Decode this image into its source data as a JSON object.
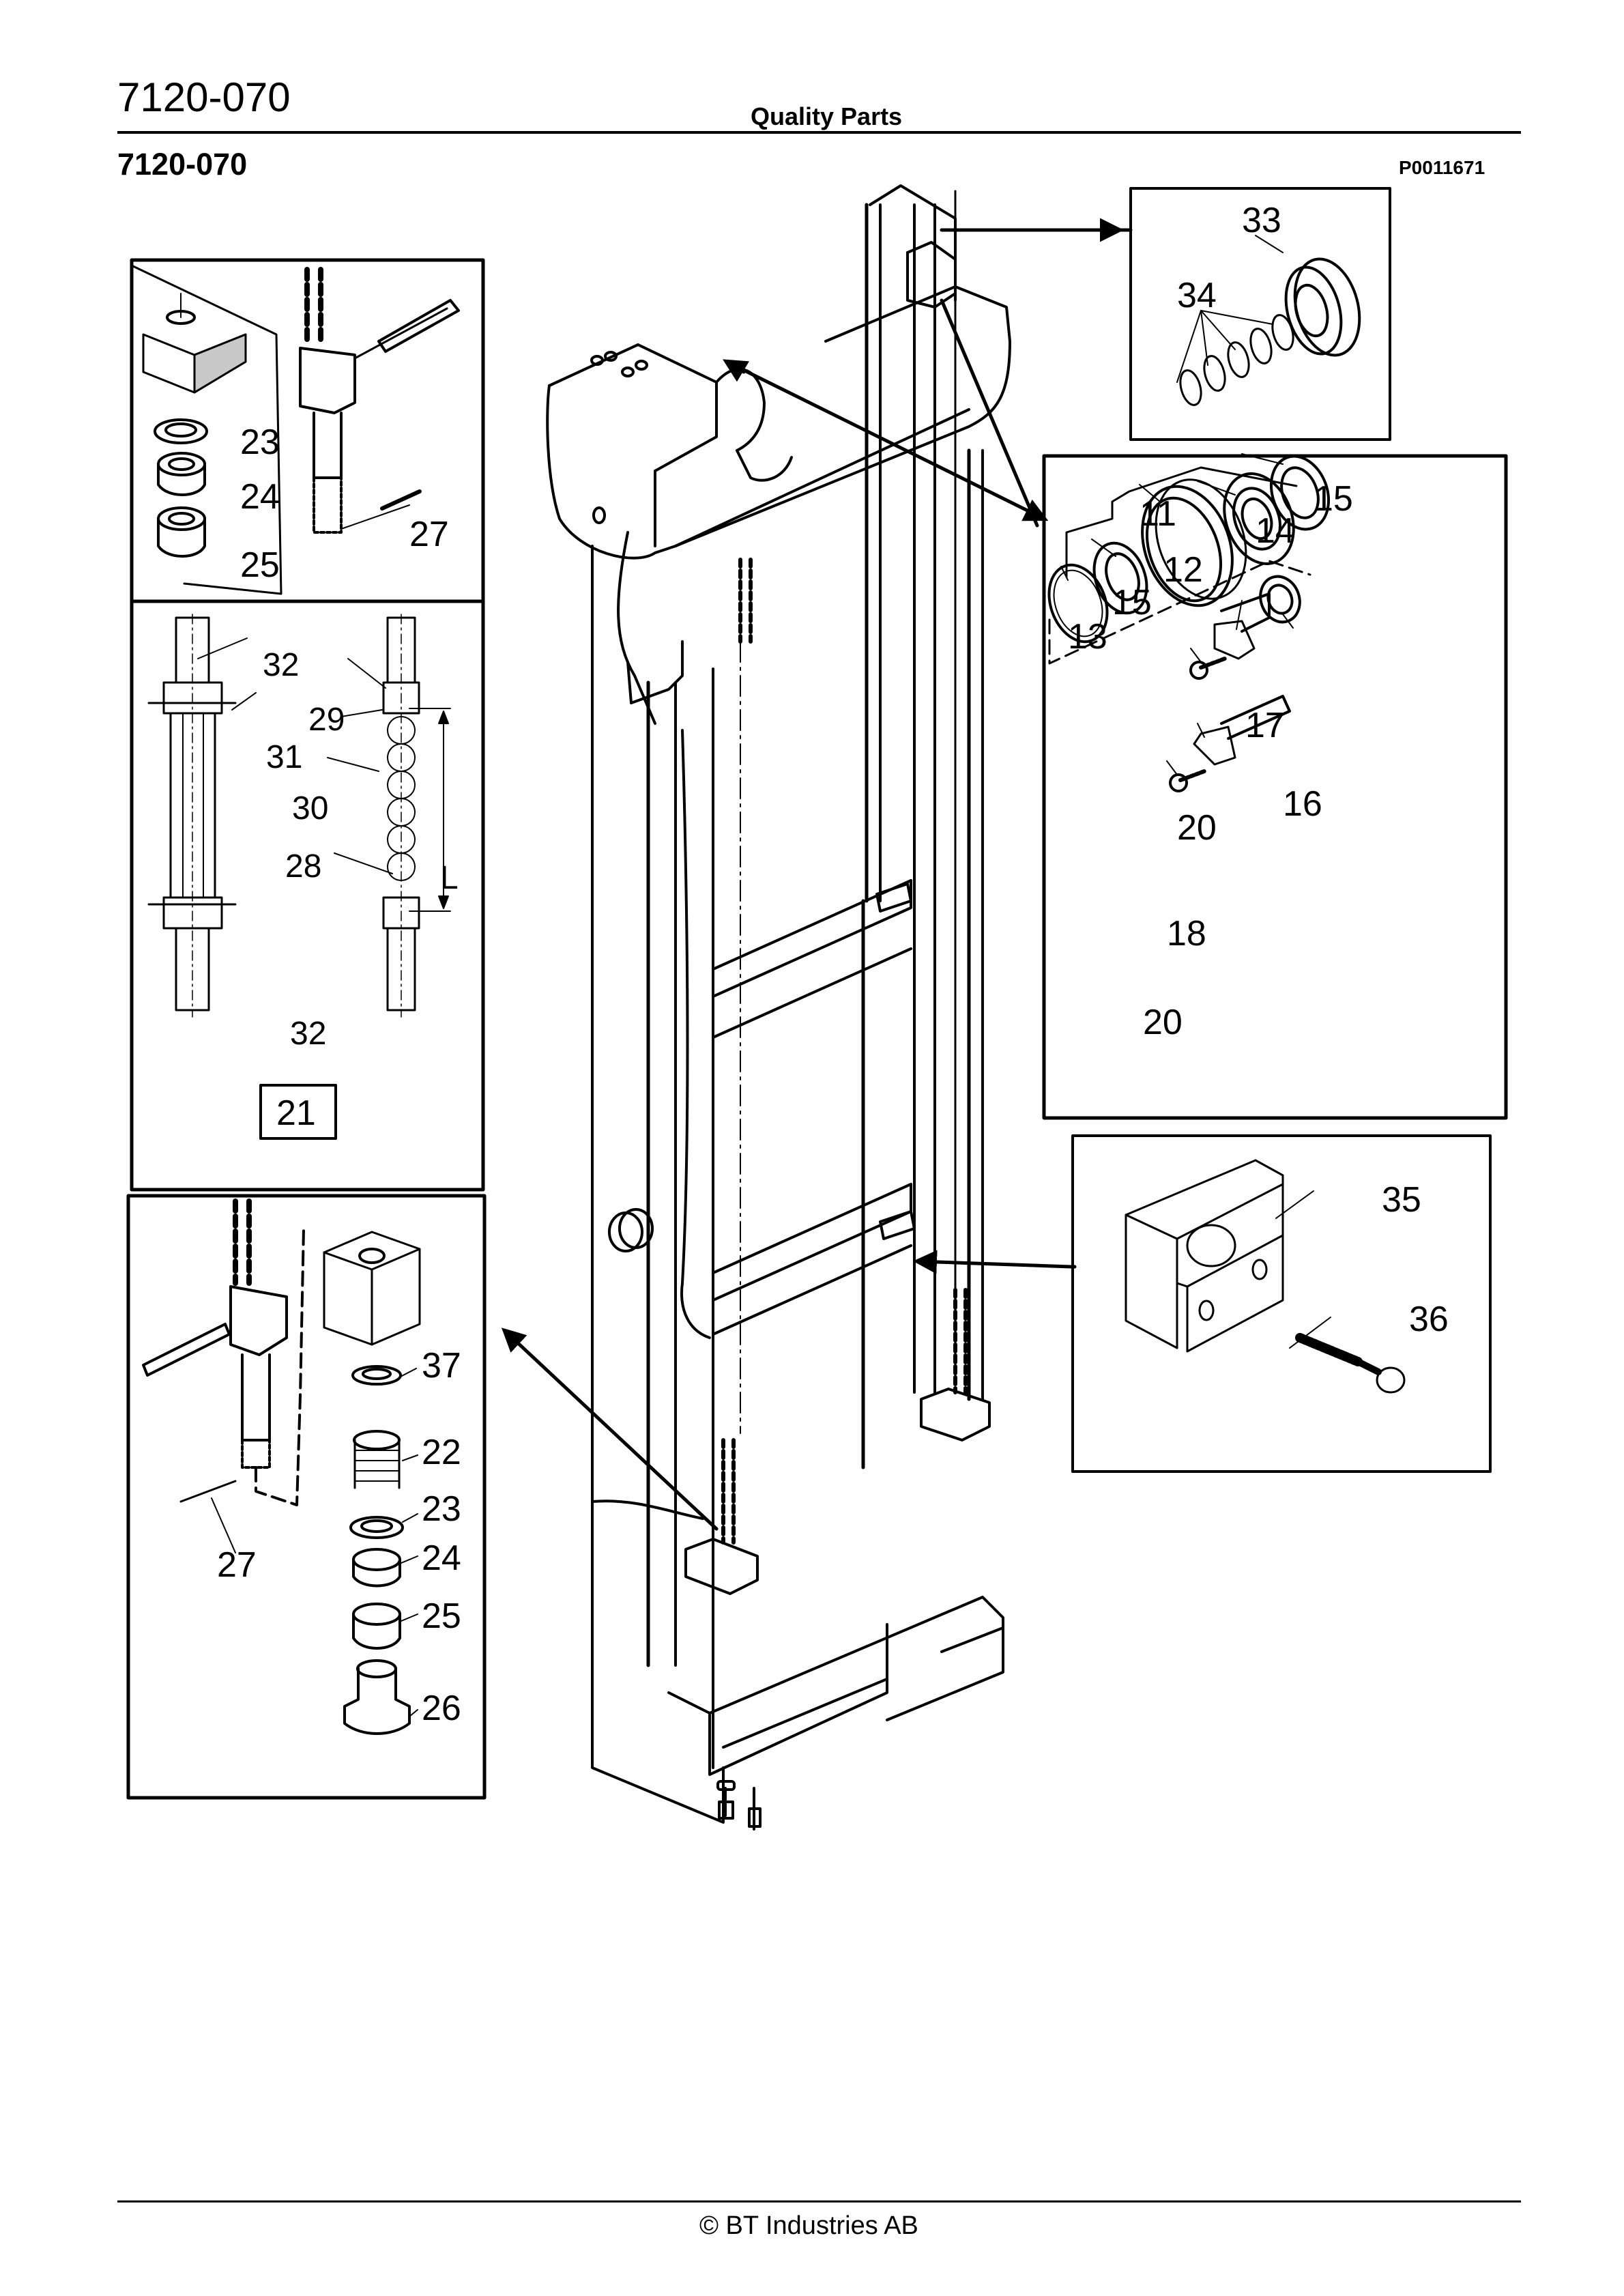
{
  "header": {
    "document_code": "7120-070",
    "brand_label": "Quality Parts",
    "section_code": "7120-070",
    "figure_number": "P0011671"
  },
  "footer": {
    "copyright": "© BT Industries AB"
  },
  "diagram": {
    "title": "Mast assembly exploded view",
    "detail_views": {
      "top_left_anchor": {
        "callouts": [
          "23",
          "24",
          "25",
          "27"
        ]
      },
      "chain_detail": {
        "callouts": [
          "32",
          "31",
          "29",
          "30",
          "28",
          "32"
        ],
        "dimension_label": "L",
        "boxed_label": "21"
      },
      "bottom_left_anchor": {
        "callouts": [
          "37",
          "22",
          "23",
          "24",
          "25",
          "26",
          "27"
        ]
      },
      "top_right_roller": {
        "callouts": [
          "33",
          "34"
        ]
      },
      "right_bearing_set": {
        "callouts": [
          "11",
          "15",
          "14",
          "12",
          "15",
          "13",
          "17",
          "16",
          "20",
          "18",
          "20"
        ]
      },
      "right_clamp": {
        "callouts": [
          "35",
          "36"
        ]
      }
    }
  }
}
